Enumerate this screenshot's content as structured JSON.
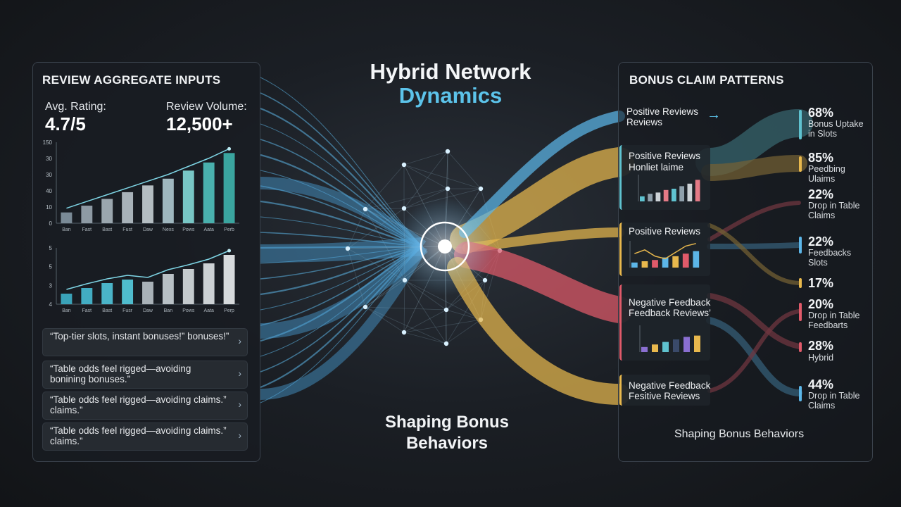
{
  "title": {
    "line1": "Hybrid Network",
    "line2": "Dynamics"
  },
  "subtitle": {
    "line1": "Shaping Bonus",
    "line2": "Behaviors"
  },
  "left_panel": {
    "title": "REVIEW AGGREGATE INPUTS",
    "avg_rating_label": "Avg. Rating:",
    "avg_rating_value": "4.7/5",
    "review_volume_label": "Review Volume:",
    "review_volume_value": "12,500+",
    "reviews": [
      {
        "text": "“Top-tier slots, instant bonuses!” bonuses!”"
      },
      {
        "text": "“Table odds feel rigged—avoiding bonining bonuses.”"
      },
      {
        "text": "“Table odds feel rigged—avoiding claims.” claims.”"
      },
      {
        "text": "“Table odds feel rigged—avoiding claims.” claims.”"
      }
    ]
  },
  "right_panel": {
    "title": "BONUS CLAIM PATTERNS",
    "footer": "Shaping Bonus Behaviors",
    "nodes": [
      {
        "line1": "Positive Reviews",
        "line2": "Reviews"
      },
      {
        "line1": "Positive Reviews",
        "line2": "Honliet laime"
      },
      {
        "line1": "Positive Reviews",
        "line2": ""
      },
      {
        "line1": "Negative Feedback",
        "line2": "Feedback Reviews’"
      },
      {
        "line1": "Negative Feedback",
        "line2": "Fesitive Reviews"
      }
    ],
    "outcomes": [
      {
        "pct": "68%",
        "label1": "Bonus Uptake",
        "label2": "in Slots",
        "color": "#5fc2cf"
      },
      {
        "pct": "85%",
        "label1": "Peedbing",
        "label2": "Ulaims",
        "color": "#e8b84d"
      },
      {
        "pct": "22%",
        "label1": "Drop in Table",
        "label2": "Claims",
        "color": "#e8b84d"
      },
      {
        "pct": "22%",
        "label1": "Feedbacks",
        "label2": "Slots",
        "color": "#5cb6e8"
      },
      {
        "pct": "17%",
        "label1": "",
        "label2": "",
        "color": "#e8b84d"
      },
      {
        "pct": "20%",
        "label1": "Drop in Table",
        "label2": "Feedbarts",
        "color": "#e05a6a"
      },
      {
        "pct": "28%",
        "label1": "Hybrid",
        "label2": "",
        "color": "#e05a6a"
      },
      {
        "pct": "44%",
        "label1": "Drop in Table",
        "label2": "Claims",
        "color": "#5cb6e8"
      }
    ]
  },
  "chart_data": [
    {
      "type": "bar",
      "categories": [
        "Ban",
        "Fast",
        "Bast",
        "Fust",
        "Daw",
        "Nexs",
        "Pows",
        "Aata",
        "Perb"
      ],
      "values": [
        8,
        13,
        18,
        23,
        28,
        33,
        39,
        45,
        52
      ],
      "ytick_labels": [
        "0",
        "10",
        "40",
        "30",
        "30",
        "150"
      ],
      "ylim": [
        0,
        60
      ],
      "trend_line": true,
      "colors": [
        "#7a8a96",
        "#8e9aa4",
        "#9aa6ae",
        "#a8b2b9",
        "#b4bdc2",
        "#9fb7bf",
        "#78c6c5",
        "#49b0ad",
        "#3aa59f"
      ]
    },
    {
      "type": "bar",
      "categories": [
        "Ban",
        "Fast",
        "Bast",
        "Fusr",
        "Daw",
        "Ban",
        "Pows",
        "Aata",
        "Perp"
      ],
      "values": [
        1.5,
        2.3,
        3.0,
        3.5,
        3.2,
        4.3,
        5.0,
        5.8,
        7.0
      ],
      "ytick_labels": [
        "4",
        "3",
        "5",
        "5"
      ],
      "ylim": [
        0,
        8
      ],
      "trend_line": true,
      "colors": [
        "#3aa2b8",
        "#42acc2",
        "#4ab4c8",
        "#4fbccd",
        "#a9b2b8",
        "#b8c0c5",
        "#c4cacd",
        "#ccd1d4",
        "#d6dadc"
      ]
    }
  ],
  "colors": {
    "accent_blue": "#5cb6e8",
    "accent_teal": "#5fc2cf",
    "accent_gold": "#e8b84d",
    "accent_red": "#e05a6a"
  }
}
